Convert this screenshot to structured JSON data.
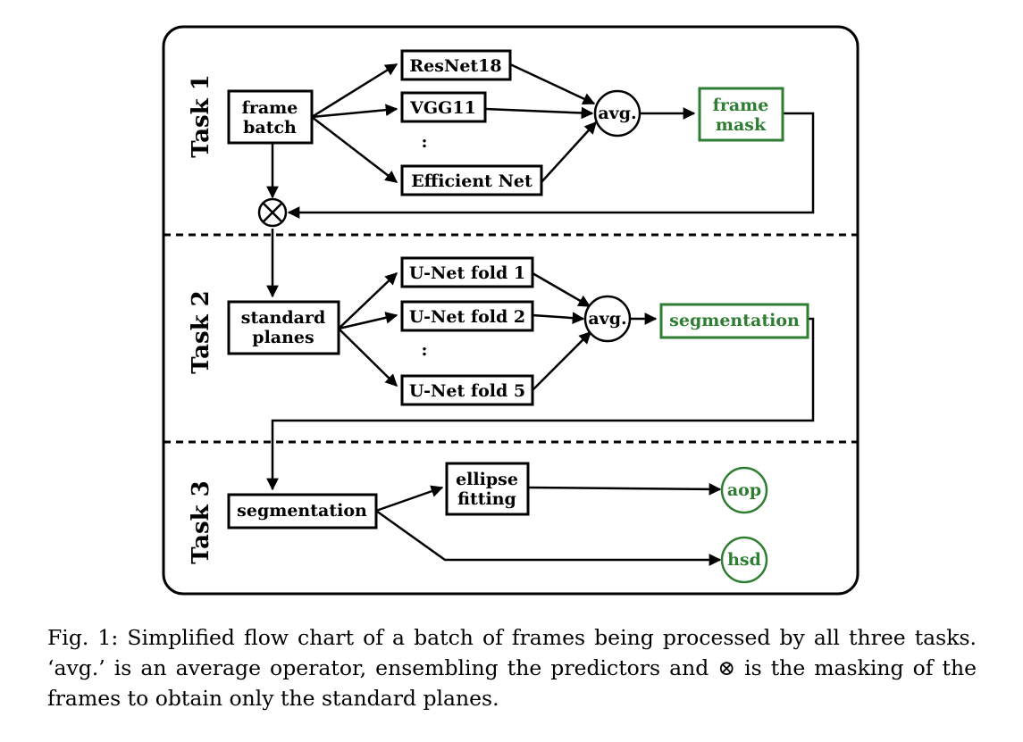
{
  "tasks": [
    "Task 1",
    "Task 2",
    "Task 3"
  ],
  "nodes": {
    "frame_batch": [
      "frame",
      "batch"
    ],
    "resnet18": "ResNet18",
    "vgg11": "VGG11",
    "efficientnet": "Efficient Net",
    "avg1": "avg.",
    "frame_mask": [
      "frame",
      "mask"
    ],
    "standard_planes": [
      "standard",
      "planes"
    ],
    "unet1": "U-Net fold 1",
    "unet2": "U-Net fold 2",
    "unet5": "U-Net fold 5",
    "avg2": "avg.",
    "segmentation_out": "segmentation",
    "segmentation_in": "segmentation",
    "ellipse_fitting": [
      "ellipse",
      "fitting"
    ],
    "aop": "aop",
    "hsd": "hsd",
    "dots": ":",
    "mask_op": "⊗"
  },
  "caption": "Fig. 1: Simplified flow chart of a batch of frames being processed by all three tasks. ‘avg.’ is an average operator, ensembling the predictors and ⊗ is the masking of the frames to obtain only the standard planes.",
  "colors": {
    "output": "#2e7d32",
    "line": "#000000"
  }
}
